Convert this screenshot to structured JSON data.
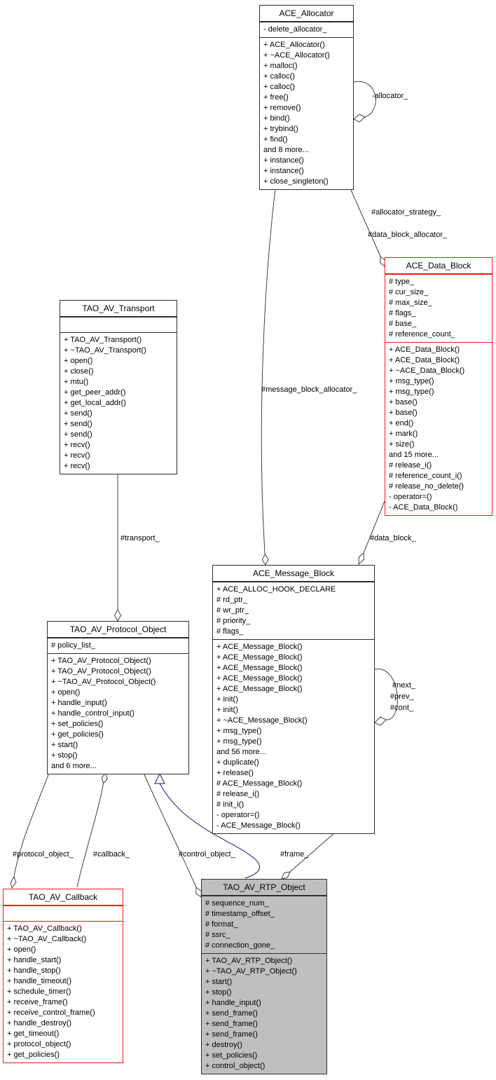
{
  "colors": {
    "background": "#ffffff",
    "box_border": "#2e2e2e",
    "red_class_border": "#ff1414",
    "gray_class_fill": "#bfbfbf",
    "edge_line": "#404040",
    "inheritance_line": "#191970",
    "text": "#000000"
  },
  "classes": [
    {
      "name": "ACE_Allocator",
      "variant": "plain",
      "attributes": [
        "- delete_allocator_"
      ],
      "methods": [
        "+ ACE_Allocator()",
        "+ ~ACE_Allocator()",
        "+ malloc()",
        "+ calloc()",
        "+ calloc()",
        "+ free()",
        "+ remove()",
        "+ bind()",
        "+ trybind()",
        "+ find()",
        "and 8 more...",
        "+ instance()",
        "+ instance()",
        "+ close_singleton()"
      ]
    },
    {
      "name": "ACE_Data_Block",
      "variant": "red",
      "attributes": [
        "# type_",
        "# cur_size_",
        "# max_size_",
        "# flags_",
        "# base_",
        "# reference_count_"
      ],
      "methods": [
        "+ ACE_Data_Block()",
        "+ ACE_Data_Block()",
        "+ ~ACE_Data_Block()",
        "+ msg_type()",
        "+ msg_type()",
        "+ base()",
        "+ base()",
        "+ end()",
        "+ mark()",
        "+ size()",
        "and 15 more...",
        "# release_i()",
        "# reference_count_i()",
        "# release_no_delete()",
        "- operator=()",
        "- ACE_Data_Block()"
      ]
    },
    {
      "name": "TAO_AV_Transport",
      "variant": "plain",
      "attributes": [],
      "methods": [
        "+ TAO_AV_Transport()",
        "+ ~TAO_AV_Transport()",
        "+ open()",
        "+ close()",
        "+ mtu()",
        "+ get_peer_addr()",
        "+ get_local_addr()",
        "+ send()",
        "+ send()",
        "+ send()",
        "+ recv()",
        "+ recv()",
        "+ recv()"
      ]
    },
    {
      "name": "ACE_Message_Block",
      "variant": "plain",
      "attributes": [
        "+ ACE_ALLOC_HOOK_DECLARE",
        "# rd_ptr_",
        "# wr_ptr_",
        "# priority_",
        "# flags_"
      ],
      "methods": [
        "+ ACE_Message_Block()",
        "+ ACE_Message_Block()",
        "+ ACE_Message_Block()",
        "+ ACE_Message_Block()",
        "+ ACE_Message_Block()",
        "+ init()",
        "+ init()",
        "+ ~ACE_Message_Block()",
        "+ msg_type()",
        "+ msg_type()",
        "and 56 more...",
        "+ duplicate()",
        "+ release()",
        "# ACE_Message_Block()",
        "# release_i()",
        "# init_i()",
        "- operator=()",
        "- ACE_Message_Block()"
      ]
    },
    {
      "name": "TAO_AV_Protocol_Object",
      "variant": "plain",
      "attributes": [
        "# policy_list_"
      ],
      "methods": [
        "+ TAO_AV_Protocol_Object()",
        "+ TAO_AV_Protocol_Object()",
        "+ ~TAO_AV_Protocol_Object()",
        "+ open()",
        "+ handle_input()",
        "+ handle_control_input()",
        "+ set_policies()",
        "+ get_policies()",
        "+ start()",
        "+ stop()",
        "and 6 more..."
      ]
    },
    {
      "name": "TAO_AV_Callback",
      "variant": "red",
      "attributes": [],
      "methods": [
        "+ TAO_AV_Callback()",
        "+ ~TAO_AV_Callback()",
        "+ open()",
        "+ handle_start()",
        "+ handle_stop()",
        "+ handle_timeout()",
        "+ schedule_timer()",
        "+ receive_frame()",
        "+ receive_control_frame()",
        "+ handle_destroy()",
        "+ get_timeout()",
        "+ protocol_object()",
        "+ get_policies()"
      ]
    },
    {
      "name": "TAO_AV_RTP_Object",
      "variant": "gray",
      "attributes": [
        "# sequence_num_",
        "# timestamp_offset_",
        "# format_",
        "# ssrc_",
        "# connection_gone_"
      ],
      "methods": [
        "+ TAO_AV_RTP_Object()",
        "+ ~TAO_AV_RTP_Object()",
        "+ start()",
        "+ stop()",
        "+ handle_input()",
        "+ send_frame()",
        "+ send_frame()",
        "+ send_frame()",
        "+ destroy()",
        "+ set_policies()",
        "+ control_object()"
      ]
    }
  ],
  "edges": [
    {
      "from": "ACE_Allocator",
      "to": "ACE_Allocator",
      "type": "aggregation",
      "label": "-allocator_"
    },
    {
      "from": "ACE_Allocator",
      "to": "ACE_Data_Block",
      "type": "aggregation",
      "label": "#allocator_strategy_"
    },
    {
      "from": "ACE_Allocator",
      "to": "ACE_Data_Block",
      "type": "aggregation",
      "label": "#data_block_allocator_"
    },
    {
      "from": "ACE_Allocator",
      "to": "ACE_Message_Block",
      "type": "aggregation",
      "label": "#message_block_allocator_"
    },
    {
      "from": "ACE_Data_Block",
      "to": "ACE_Message_Block",
      "type": "aggregation",
      "label": "#data_block_"
    },
    {
      "from": "TAO_AV_Transport",
      "to": "TAO_AV_Protocol_Object",
      "type": "aggregation",
      "label": "#transport_"
    },
    {
      "from": "ACE_Message_Block",
      "to": "ACE_Message_Block",
      "type": "aggregation",
      "label": "#next_"
    },
    {
      "from": "ACE_Message_Block",
      "to": "ACE_Message_Block",
      "type": "aggregation",
      "label": "#prev_"
    },
    {
      "from": "ACE_Message_Block",
      "to": "ACE_Message_Block",
      "type": "aggregation",
      "label": "#cont_"
    },
    {
      "from": "TAO_AV_Protocol_Object",
      "to": "TAO_AV_Callback",
      "type": "aggregation",
      "label": "#protocol_object_"
    },
    {
      "from": "TAO_AV_Callback",
      "to": "TAO_AV_Protocol_Object",
      "type": "aggregation",
      "label": "#callback_"
    },
    {
      "from": "TAO_AV_Protocol_Object",
      "to": "TAO_AV_RTP_Object",
      "type": "aggregation",
      "label": "#control_object_"
    },
    {
      "from": "ACE_Message_Block",
      "to": "TAO_AV_RTP_Object",
      "type": "aggregation",
      "label": "#frame_"
    },
    {
      "from": "TAO_AV_RTP_Object",
      "to": "TAO_AV_Protocol_Object",
      "type": "inheritance",
      "label": ""
    }
  ]
}
